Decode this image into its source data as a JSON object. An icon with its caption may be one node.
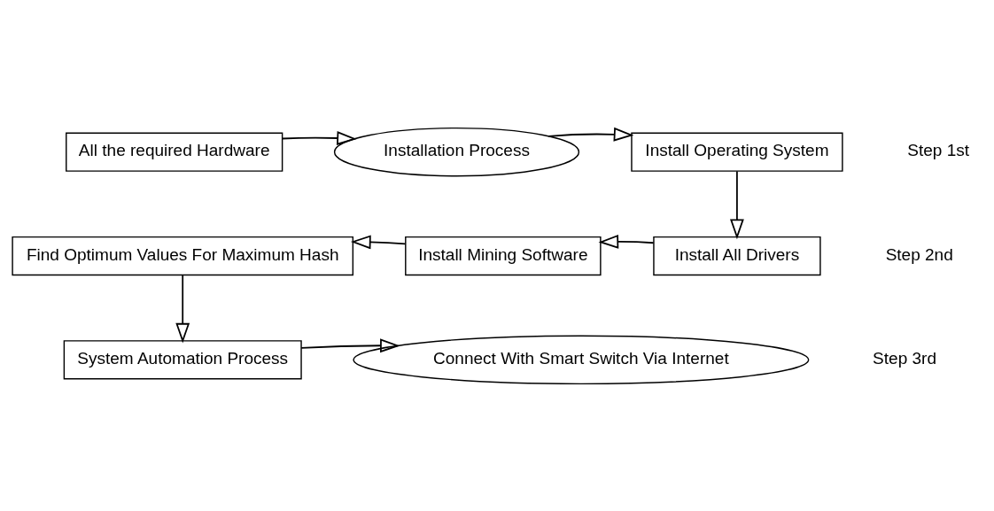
{
  "diagram": {
    "nodes": [
      {
        "text": [
          "All the required Hardware"
        ]
      },
      {
        "text": [
          "Installation Process"
        ]
      },
      {
        "text": [
          "Install Operating System"
        ]
      },
      {
        "text": [
          "Install All Drivers"
        ]
      },
      {
        "text": [
          "Install Mining Software"
        ]
      },
      {
        "text": [
          "Find Optimum Values For Maximum Hash"
        ]
      },
      {
        "text": [
          "System Automation Process"
        ]
      },
      {
        "text": [
          "Connect With Smart Switch Via Internet"
        ]
      }
    ],
    "edges": [
      {
        "from": 0,
        "to": 1,
        "arrow": "to"
      },
      {
        "from": 1,
        "to": 2,
        "arrow": "to"
      },
      {
        "from": 2,
        "to": 3,
        "arrow": "to"
      },
      {
        "from": 3,
        "to": 4,
        "arrow": "to"
      },
      {
        "from": 4,
        "to": 5,
        "arrow": "to"
      },
      {
        "from": 5,
        "to": 6,
        "arrow": "to"
      },
      {
        "from": 6,
        "to": 7,
        "arrow": "to"
      }
    ],
    "labels": [
      "Step 1st",
      "Step 2nd",
      "Step 3rd"
    ]
  }
}
